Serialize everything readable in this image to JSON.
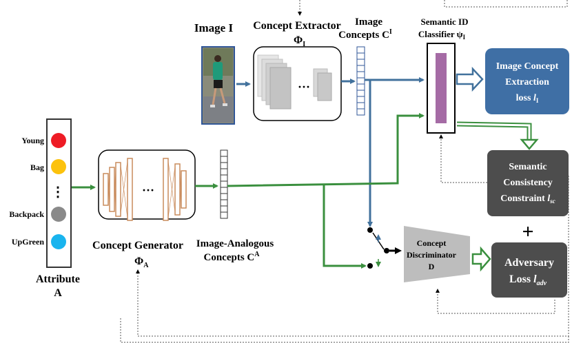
{
  "input": {
    "image_label": "Image I",
    "attribute_label_line1": "Attribute",
    "attribute_label_line2": "A",
    "attributes": [
      {
        "label": "Young",
        "color": "#ee1c25"
      },
      {
        "label": "Bag",
        "color": "#fcc20d"
      },
      {
        "label": "Backpack",
        "color": "#8a8a8a"
      },
      {
        "label": "UpGreen",
        "color": "#19b4ee"
      }
    ],
    "attribute_ellipsis": "⋮"
  },
  "concept_extractor": {
    "title": "Concept Extractor",
    "symbol": "Φ",
    "subscript": "I",
    "ellipsis": "···"
  },
  "image_concepts": {
    "line1": "Image",
    "line2": "Concepts C",
    "superscript": "I"
  },
  "classifier": {
    "line1": "Semantic ID",
    "line2": "Classifier ψ",
    "subscript": "I"
  },
  "concept_generator": {
    "title": "Concept Generator",
    "symbol": "Φ",
    "subscript": "A",
    "ellipsis": "···"
  },
  "analogous_concepts": {
    "line1": "Image-Analogous",
    "line2": "Concepts C",
    "superscript": "A"
  },
  "discriminator": {
    "line1": "Concept",
    "line2": "Discriminator",
    "line3": "D"
  },
  "losses": {
    "extraction": {
      "line1": "Image Concept",
      "line2": "Extraction",
      "line3": "loss ",
      "symbol": "l",
      "subscript": "I"
    },
    "consistency": {
      "line1": "Semantic",
      "line2": "Consistency",
      "line3": "Constraint ",
      "symbol": "l",
      "subscript": "sc"
    },
    "plus": "+",
    "adversary": {
      "line1": "Adversary",
      "line2": "Loss ",
      "symbol": "l",
      "subscript": "adv"
    }
  },
  "colors": {
    "blue_arrow": "#41719c",
    "green_arrow": "#3a8f3e",
    "gen_orange": "#c98b5c",
    "loss_blue": "#3f6fa5",
    "loss_dark": "#4d4d4d",
    "classifier_bar": "#a56ba5",
    "discriminator_gray": "#bdbdbd"
  }
}
